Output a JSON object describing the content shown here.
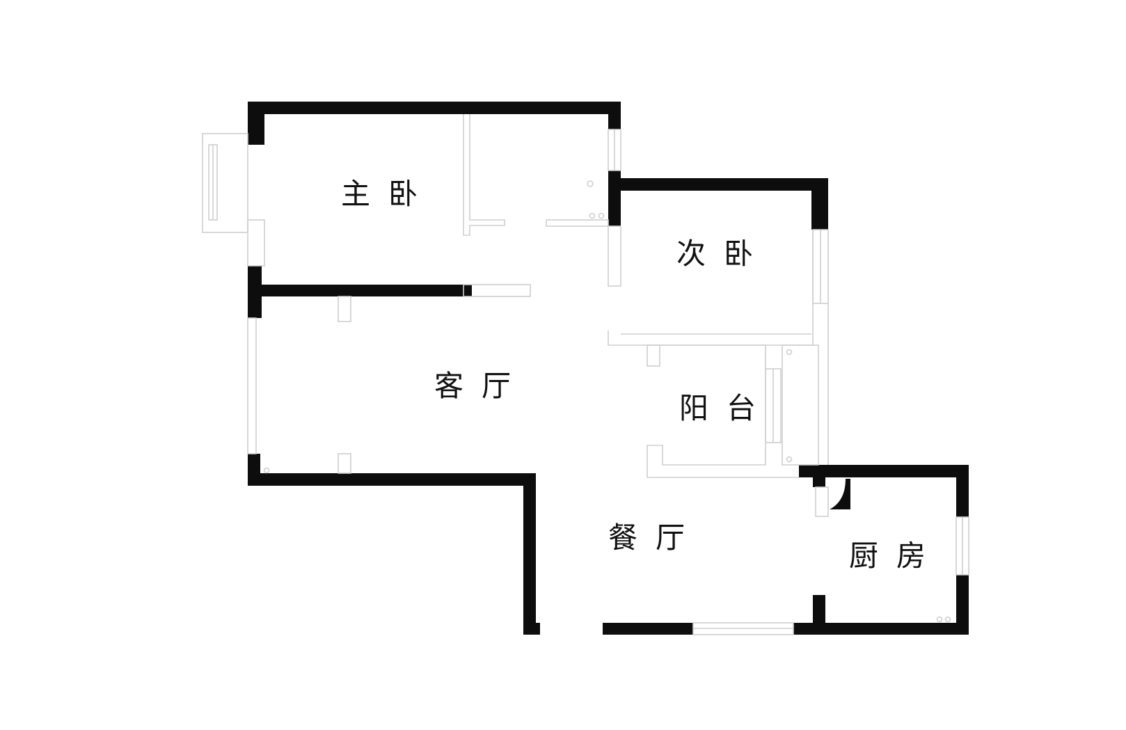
{
  "floor_plan": {
    "rooms": [
      {
        "id": "master-bedroom",
        "label": "主卧"
      },
      {
        "id": "second-bedroom",
        "label": "次卧"
      },
      {
        "id": "living-room",
        "label": "客厅"
      },
      {
        "id": "balcony",
        "label": "阳台"
      },
      {
        "id": "dining-room",
        "label": "餐厅"
      },
      {
        "id": "kitchen",
        "label": "厨房"
      }
    ],
    "colors": {
      "wall": "#0d0d0d",
      "partition": "#cfcfcf",
      "background": "#ffffff"
    }
  }
}
